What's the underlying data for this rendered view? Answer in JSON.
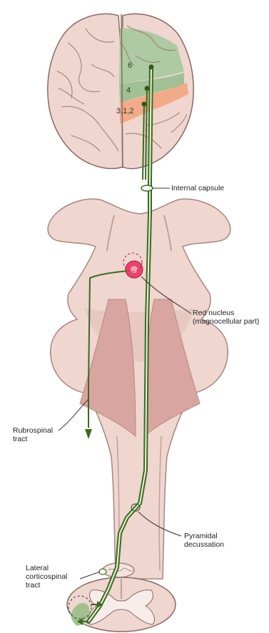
{
  "colors": {
    "tract": "#3a6b1f",
    "tract_highlight": "#e9f3df",
    "tissue": "#efd6cf",
    "tissue_shade": "#ddb5ab",
    "outline": "#8a6a63",
    "motor_cortex": "#a9c9a0",
    "sensory_cortex": "#f2a884",
    "red_nucleus": "#e8436b",
    "pyramid": "#d9a5a0"
  },
  "cortex_areas": [
    "6",
    "4",
    "3,1,2"
  ],
  "labels": {
    "internal_capsule": "Internal capsule",
    "red_nucleus": [
      "Red nucleus",
      "(magnocellular part)"
    ],
    "rubrospinal": [
      "Rubrospinal",
      "tract"
    ],
    "pyramidal": [
      "Pyramidal",
      "decussation"
    ],
    "lateral_cs": [
      "Lateral",
      "corticospinal",
      "tract"
    ]
  }
}
